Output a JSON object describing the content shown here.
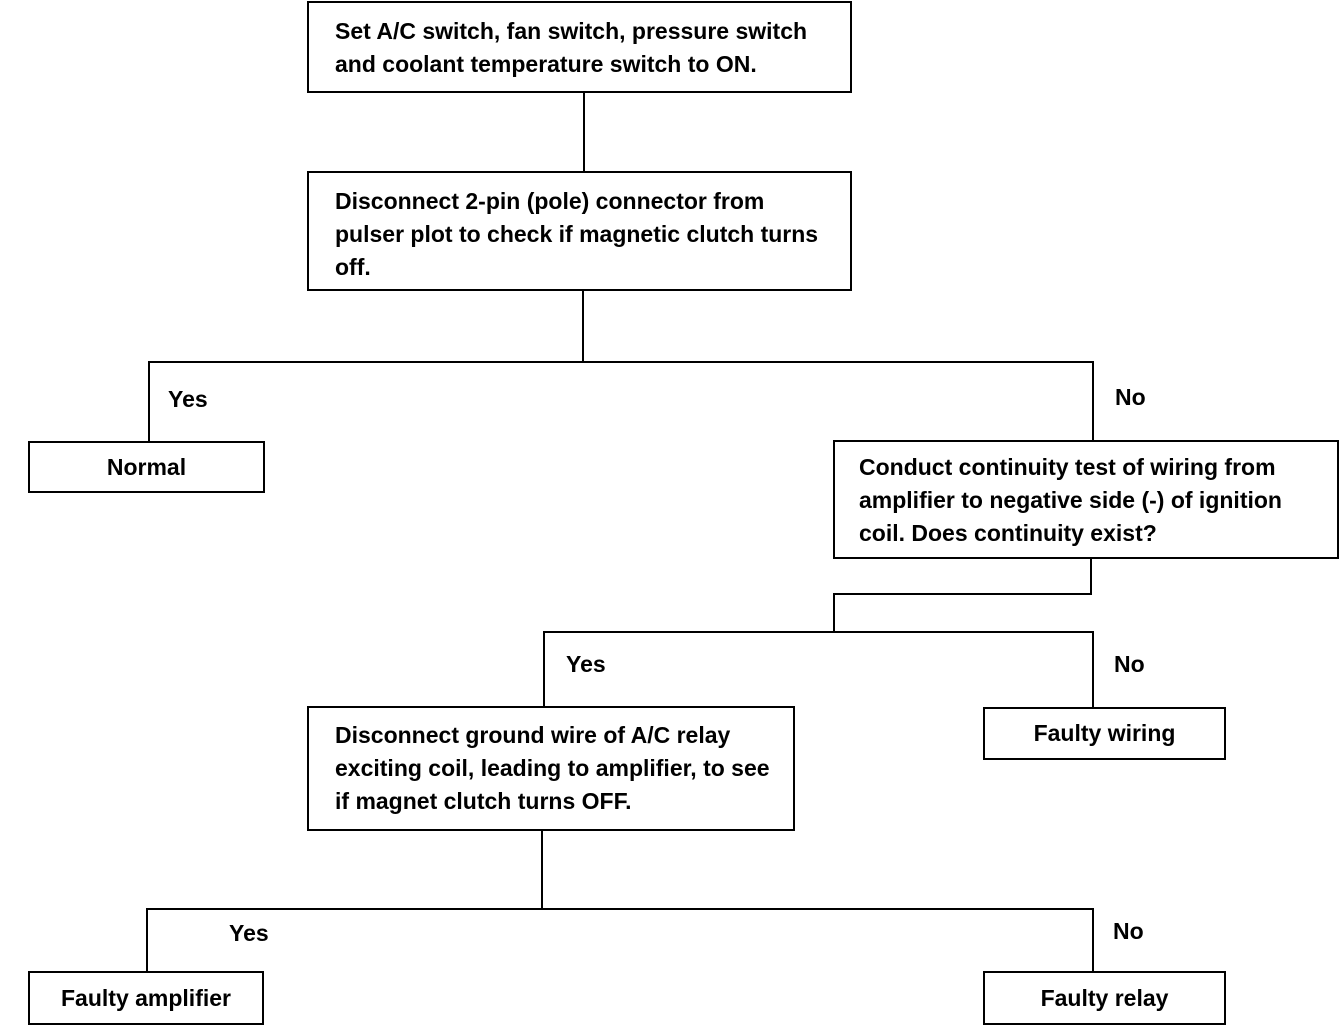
{
  "steps": {
    "step1": "Set A/C switch, fan switch, pressure switch and coolant temperature switch to ON.",
    "step2": "Disconnect 2-pin (pole) connector from pulser plot to check if magnetic clutch turns off.",
    "step3": "Conduct continuity test of wiring from amplifier to negative side (-) of ignition coil. Does continuity exist?",
    "step4": "Disconnect ground wire of A/C relay exciting coil, leading to amplifier, to see if magnet clutch turns OFF."
  },
  "outcomes": {
    "normal": "Normal",
    "faulty_wiring": "Faulty wiring",
    "faulty_amplifier": "Faulty amplifier",
    "faulty_relay": "Faulty relay"
  },
  "branches": {
    "yes": "Yes",
    "no": "No"
  }
}
